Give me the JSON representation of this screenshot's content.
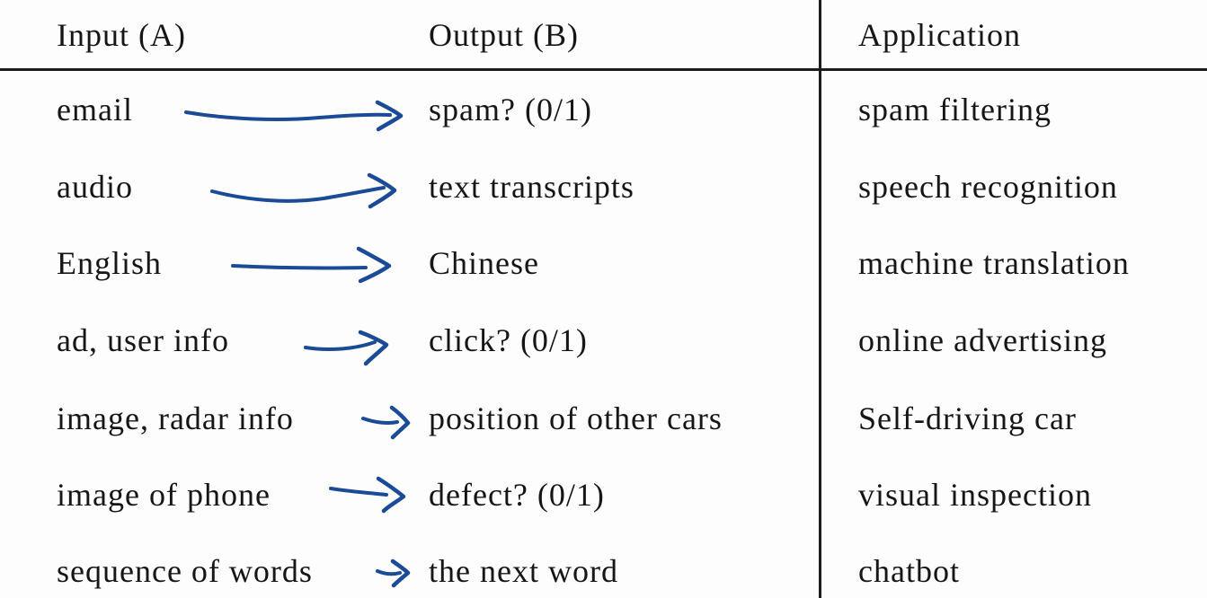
{
  "table": {
    "headers": {
      "input": "Input (A)",
      "output": "Output (B)",
      "application": "Application"
    },
    "rows": [
      {
        "input": "email",
        "output": "spam? (0/1)",
        "application": "spam filtering"
      },
      {
        "input": "audio",
        "output": "text transcripts",
        "application": "speech recognition"
      },
      {
        "input": "English",
        "output": "Chinese",
        "application": "machine translation"
      },
      {
        "input": "ad, user info",
        "output": "click? (0/1)",
        "application": "online advertising"
      },
      {
        "input": "image, radar info",
        "output": "position of other cars",
        "application": "Self-driving car"
      },
      {
        "input": "image of phone",
        "output": "defect? (0/1)",
        "application": "visual inspection"
      },
      {
        "input": "sequence of words",
        "output": "the next word",
        "application": "chatbot"
      }
    ]
  },
  "colors": {
    "background": "#fdfdfd",
    "text": "#161616",
    "line": "#1c1c1c",
    "arrow": "#1b4a96"
  }
}
